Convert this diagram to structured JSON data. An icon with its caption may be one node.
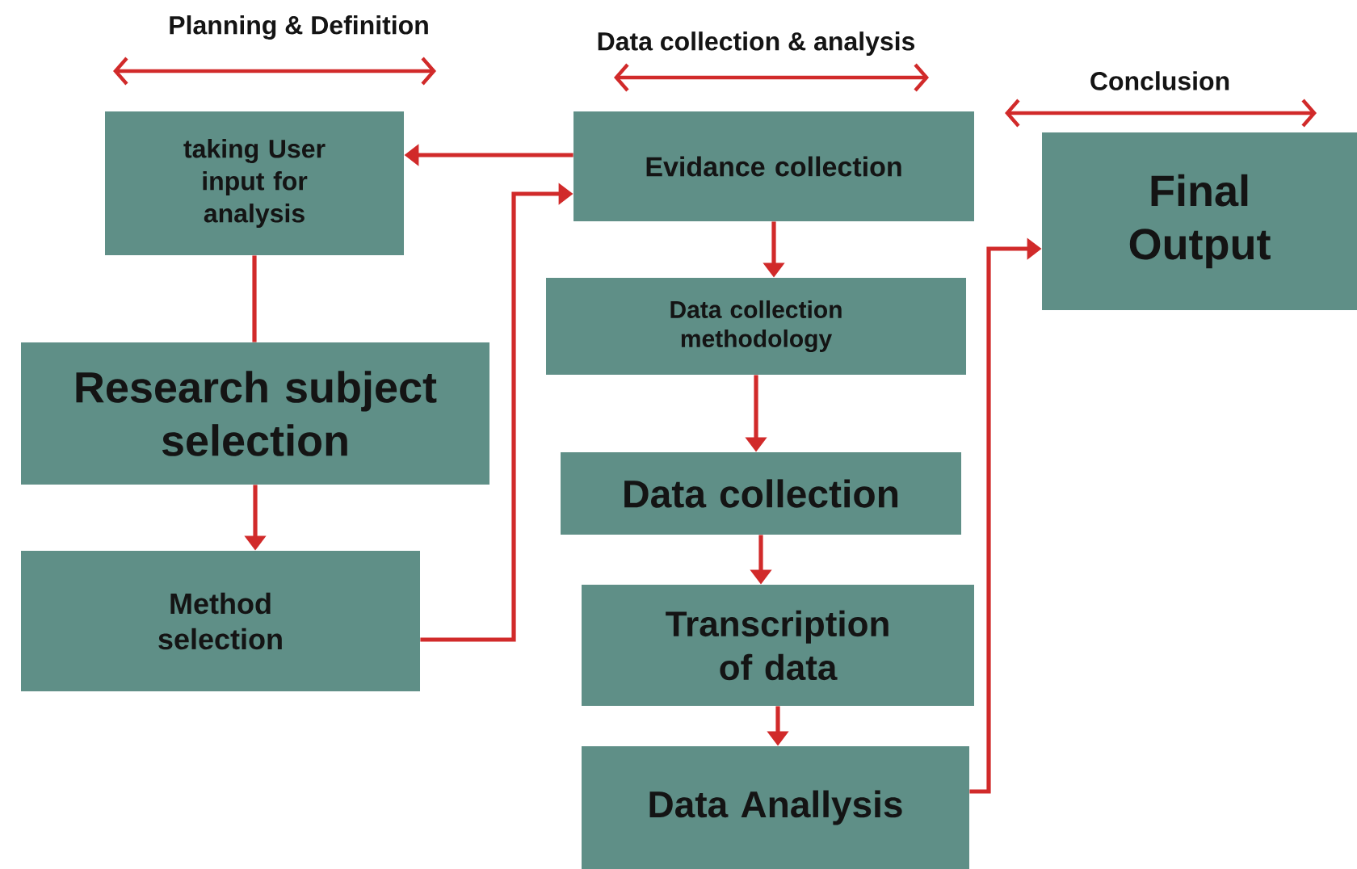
{
  "diagram": {
    "nodes": [
      {
        "text": [
          "taking User input for analysis"
        ]
      },
      {
        "text": [
          "Research subject selection"
        ]
      },
      {
        "text": [
          "Method selection"
        ]
      },
      {
        "text": [
          "Evidance collection"
        ]
      },
      {
        "text": [
          "Data collection methodology"
        ]
      },
      {
        "text": [
          "Data collection"
        ]
      },
      {
        "text": [
          "Transcription of data"
        ]
      },
      {
        "text": [
          "Data Anallysis"
        ]
      },
      {
        "text": [
          "Final Output"
        ]
      }
    ],
    "edges": [
      {
        "from": 3,
        "to": 0,
        "arrow": "to"
      },
      {
        "from": 0,
        "to": 1,
        "arrow": "none"
      },
      {
        "from": 1,
        "to": 2,
        "arrow": "to"
      },
      {
        "from": 2,
        "to": 3,
        "arrow": "to"
      },
      {
        "from": 3,
        "to": 4,
        "arrow": "to"
      },
      {
        "from": 4,
        "to": 5,
        "arrow": "to"
      },
      {
        "from": 5,
        "to": 6,
        "arrow": "to"
      },
      {
        "from": 6,
        "to": 7,
        "arrow": "to"
      },
      {
        "from": 7,
        "to": 8,
        "arrow": "to"
      }
    ],
    "labels": [
      "Planning & Definition",
      "Data collection & analysis",
      "Conclusion"
    ]
  }
}
